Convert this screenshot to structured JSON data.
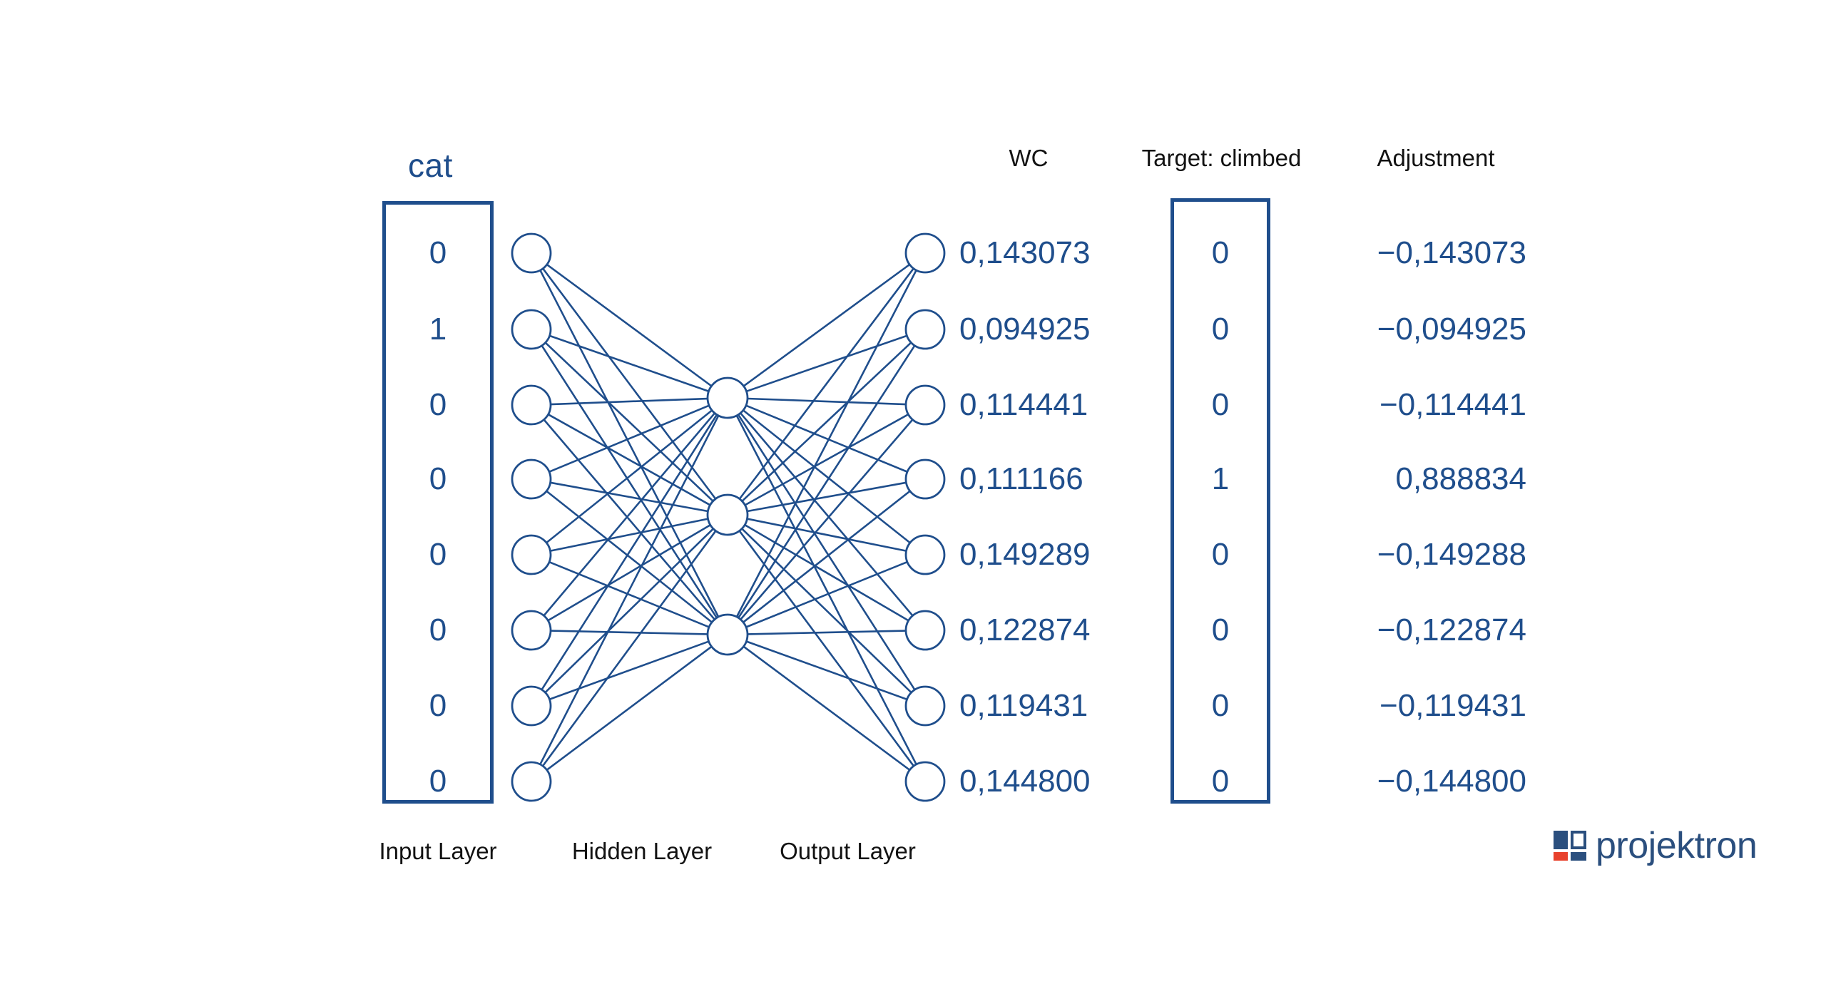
{
  "diagram": {
    "title_word": "cat",
    "layer_captions": {
      "input": "Input Layer",
      "hidden": "Hidden Layer",
      "output": "Output Layer"
    },
    "column_headers": {
      "wc": "WC",
      "target": "Target: climbed",
      "adjustment": "Adjustment"
    },
    "colors": {
      "blue": "#1f4e8c",
      "black": "#121212",
      "logo_blue": "#2b4f7e",
      "logo_red": "#e8412c",
      "background": "#ffffff"
    }
  },
  "chart_data": {
    "type": "diagram",
    "title": "cat",
    "architecture": {
      "input_nodes": 8,
      "hidden_nodes": 3,
      "output_nodes": 8,
      "fully_connected": true
    },
    "input_vector_label": "cat",
    "input_values": [
      "0",
      "1",
      "0",
      "0",
      "0",
      "0",
      "0",
      "0"
    ],
    "columns": [
      "WC",
      "Target: climbed",
      "Adjustment"
    ],
    "rows": [
      {
        "wc": "0,143073",
        "target": "0",
        "adjustment": "−0,143073"
      },
      {
        "wc": "0,094925",
        "target": "0",
        "adjustment": "−0,094925"
      },
      {
        "wc": "0,114441",
        "target": "0",
        "adjustment": "−0,114441"
      },
      {
        "wc": "0,111166",
        "target": "1",
        "adjustment": "0,888834"
      },
      {
        "wc": "0,149289",
        "target": "0",
        "adjustment": "−0,149288"
      },
      {
        "wc": "0,122874",
        "target": "0",
        "adjustment": "−0,122874"
      },
      {
        "wc": "0,119431",
        "target": "0",
        "adjustment": "−0,119431"
      },
      {
        "wc": "0,144800",
        "target": "0",
        "adjustment": "−0,144800"
      }
    ]
  },
  "logo": {
    "wordmark": "projektron"
  }
}
